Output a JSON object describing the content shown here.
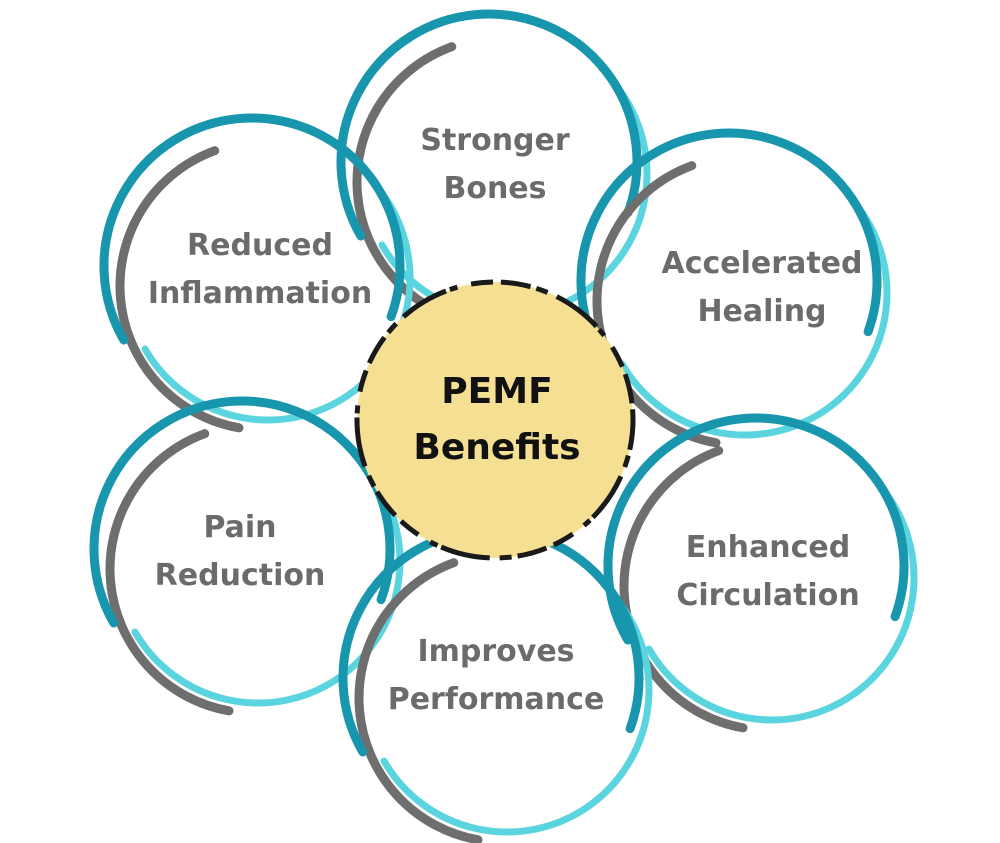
{
  "center": {
    "line1": "PEMF",
    "line2": "Benefits"
  },
  "benefits": [
    {
      "line1": "Stronger",
      "line2": "Bones"
    },
    {
      "line1": "Reduced",
      "line2": "Inflammation"
    },
    {
      "line1": "Accelerated",
      "line2": "Healing"
    },
    {
      "line1": "Pain",
      "line2": "Reduction"
    },
    {
      "line1": "Enhanced",
      "line2": "Circulation"
    },
    {
      "line1": "Improves",
      "line2": "Performance"
    }
  ],
  "colors": {
    "teal": "#1896ae",
    "cyan": "#5ad5df",
    "gray": "#6e6e6e",
    "center_fill": "#f4df93",
    "center_border": "#1a1a1a",
    "label": "#6b6b6b"
  }
}
